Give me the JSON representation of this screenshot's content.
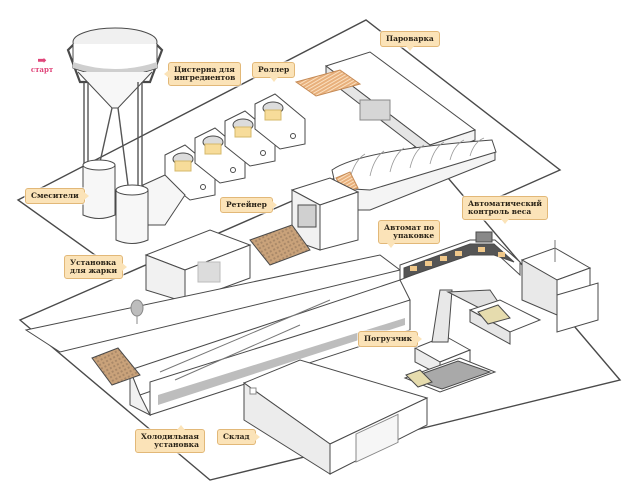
{
  "diagram": {
    "type": "isometric production line illustration",
    "start_marker": {
      "icon": "right-arrow-icon",
      "label": "старт",
      "color": "#e0457a"
    },
    "label_style": {
      "background": "#fbe3b8",
      "border": "#e2b878",
      "text": "#2b2418"
    },
    "stations": [
      {
        "id": "ingredient-tank",
        "label": "Цистерна для\nингредиентов"
      },
      {
        "id": "roller",
        "label": "Роллер"
      },
      {
        "id": "steamer",
        "label": "Пароварка"
      },
      {
        "id": "mixers",
        "label": "Смесители"
      },
      {
        "id": "retainer",
        "label": "Ретейнер"
      },
      {
        "id": "weight-control",
        "label": "Автоматический\nконтроль веса"
      },
      {
        "id": "packaging",
        "label": "Автомат по\nупаковке"
      },
      {
        "id": "fryer",
        "label": "Установка\nдля жарки"
      },
      {
        "id": "loader",
        "label": "Погрузчик"
      },
      {
        "id": "cooler",
        "label": "Холодильная\nустановка"
      },
      {
        "id": "warehouse",
        "label": "Склад"
      }
    ],
    "colors": {
      "outline": "#4a4a4a",
      "machine_fill": "#ffffff",
      "machine_shade": "#e9e9e9",
      "machine_dark": "#cfcfcf",
      "dough": "#f7dc9a",
      "conveyor_product": "#c9a27a",
      "package": "#e6dcae"
    }
  }
}
